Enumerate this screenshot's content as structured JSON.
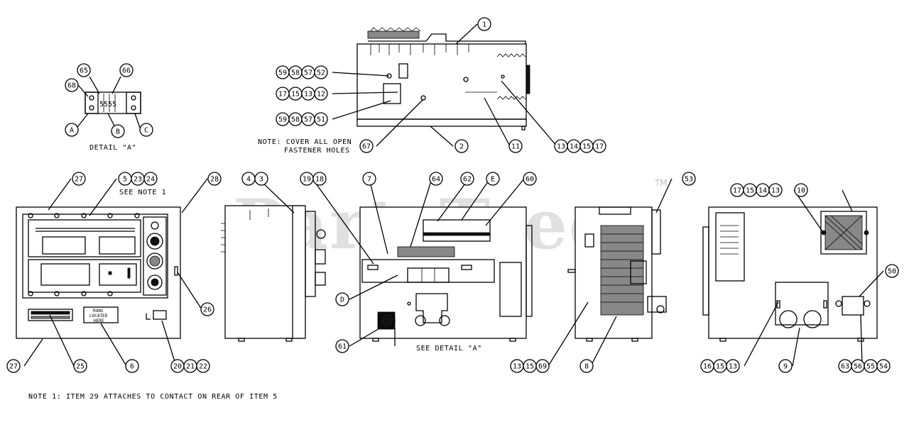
{
  "watermark": {
    "brand": "PartsTree",
    "trademark": "TM"
  },
  "notes": {
    "note1": "NOTE 1: ITEM 29 ATTACHES TO CONTACT ON REAR OF ITEM 5",
    "cover_holes_1": "NOTE: COVER ALL OPEN",
    "cover_holes_2": "FASTENER HOLES",
    "see_note_1": "SEE NOTE 1",
    "see_detail_a": "SEE DETAIL \"A\"",
    "detail_a": "DETAIL \"A\""
  },
  "panel_labels": {
    "plate_line1": "RUNS",
    "plate_line2": "LOCATED",
    "plate_line3": "HERE"
  },
  "callouts": [
    {
      "id": "c-1",
      "parts": [
        "1"
      ]
    },
    {
      "id": "c-59-58-57-52",
      "parts": [
        "59",
        "58",
        "57",
        "52"
      ]
    },
    {
      "id": "c-17-15-13-12",
      "parts": [
        "17",
        "15",
        "13",
        "12"
      ]
    },
    {
      "id": "c-59-58-57-51",
      "parts": [
        "59",
        "58",
        "57",
        "51"
      ]
    },
    {
      "id": "c-67",
      "parts": [
        "67"
      ]
    },
    {
      "id": "c-2",
      "parts": [
        "2"
      ]
    },
    {
      "id": "c-11",
      "parts": [
        "11"
      ]
    },
    {
      "id": "c-13-14-15-17",
      "parts": [
        "13",
        "14",
        "15",
        "17"
      ]
    },
    {
      "id": "c-65",
      "parts": [
        "65"
      ]
    },
    {
      "id": "c-66",
      "parts": [
        "66"
      ]
    },
    {
      "id": "c-68",
      "parts": [
        "68"
      ]
    },
    {
      "id": "c-A",
      "parts": [
        "A"
      ]
    },
    {
      "id": "c-B",
      "parts": [
        "B"
      ]
    },
    {
      "id": "c-C",
      "parts": [
        "C"
      ]
    },
    {
      "id": "c-27-top",
      "parts": [
        "27"
      ]
    },
    {
      "id": "c-5-23-24",
      "parts": [
        "5",
        "23",
        "24"
      ]
    },
    {
      "id": "c-28",
      "parts": [
        "28"
      ]
    },
    {
      "id": "c-26",
      "parts": [
        "26"
      ]
    },
    {
      "id": "c-27-bottom",
      "parts": [
        "27"
      ]
    },
    {
      "id": "c-25",
      "parts": [
        "25"
      ]
    },
    {
      "id": "c-6",
      "parts": [
        "6"
      ]
    },
    {
      "id": "c-20-21-22",
      "parts": [
        "20",
        "21",
        "22"
      ]
    },
    {
      "id": "c-4-3",
      "parts": [
        "4",
        "3"
      ]
    },
    {
      "id": "c-19-18",
      "parts": [
        "19",
        "18"
      ]
    },
    {
      "id": "c-7",
      "parts": [
        "7"
      ]
    },
    {
      "id": "c-64",
      "parts": [
        "64"
      ]
    },
    {
      "id": "c-62",
      "parts": [
        "62"
      ]
    },
    {
      "id": "c-E",
      "parts": [
        "E"
      ]
    },
    {
      "id": "c-60",
      "parts": [
        "60"
      ]
    },
    {
      "id": "c-D",
      "parts": [
        "D"
      ]
    },
    {
      "id": "c-61",
      "parts": [
        "61"
      ]
    },
    {
      "id": "c-53",
      "parts": [
        "53"
      ]
    },
    {
      "id": "c-13-15-69",
      "parts": [
        "13",
        "15",
        "69"
      ]
    },
    {
      "id": "c-8",
      "parts": [
        "8"
      ]
    },
    {
      "id": "c-17-15-14-13",
      "parts": [
        "17",
        "15",
        "14",
        "13"
      ]
    },
    {
      "id": "c-10",
      "parts": [
        "10"
      ]
    },
    {
      "id": "c-50",
      "parts": [
        "50"
      ]
    },
    {
      "id": "c-16-15-13",
      "parts": [
        "16",
        "15",
        "13"
      ]
    },
    {
      "id": "c-9",
      "parts": [
        "9"
      ]
    },
    {
      "id": "c-63-56-55-54",
      "parts": [
        "63",
        "56",
        "55",
        "54"
      ]
    }
  ]
}
